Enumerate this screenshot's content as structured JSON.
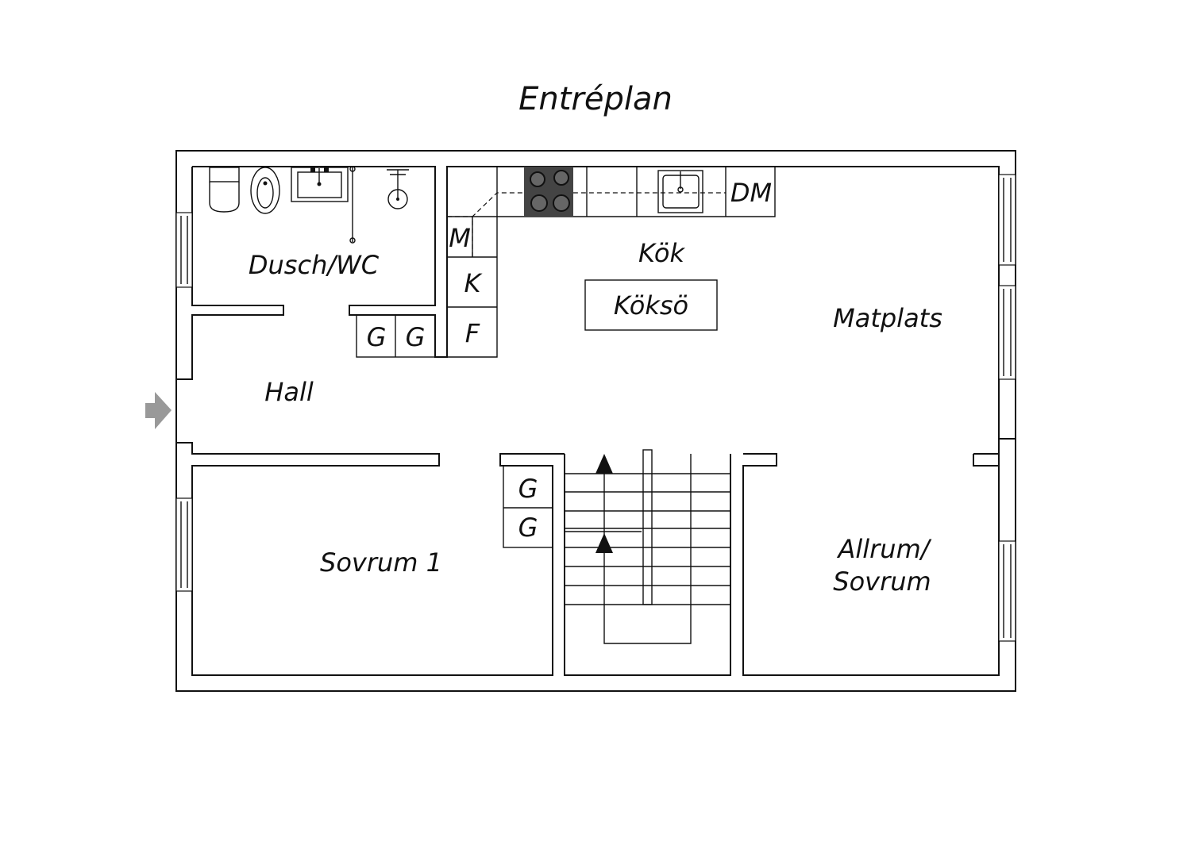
{
  "title": "Entréplan",
  "rooms": {
    "dusch_wc": "Dusch/WC",
    "kok": "Kök",
    "koksö": "Köksö",
    "matplats": "Matplats",
    "hall": "Hall",
    "sovrum1": "Sovrum 1",
    "allrum_line1": "Allrum/",
    "allrum_line2": "Sovrum"
  },
  "cabinets": {
    "dm": "DM",
    "m": "M",
    "k": "K",
    "f": "F",
    "g1": "G",
    "g2": "G",
    "g3": "G",
    "g4": "G"
  },
  "icons": [
    "entrance-arrow-icon",
    "toilet-icon",
    "bidet-icon",
    "sink-icon",
    "shower-icon",
    "cooktop-icon",
    "kitchen-sink-icon",
    "stair-direction-arrow-icon"
  ],
  "colors": {
    "line": "#111111",
    "cooktop": "#444444",
    "entrance_arrow": "#999999"
  }
}
